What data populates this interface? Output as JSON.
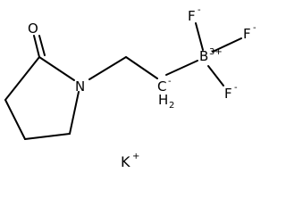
{
  "structure": {
    "atoms": {
      "oxygen": "O",
      "nitrogen": "N",
      "carbanion": "C",
      "carbanion_h": "H",
      "carbanion_h_count": "2",
      "carbanion_charge": "-",
      "boron": "B",
      "boron_charge": "3+",
      "fluorine_1": "F",
      "fluorine_1_charge": "-",
      "fluorine_2": "F",
      "fluorine_2_charge": "-",
      "fluorine_3": "F",
      "fluorine_3_charge": "-"
    },
    "counterion": {
      "symbol": "K",
      "charge": "+"
    }
  }
}
